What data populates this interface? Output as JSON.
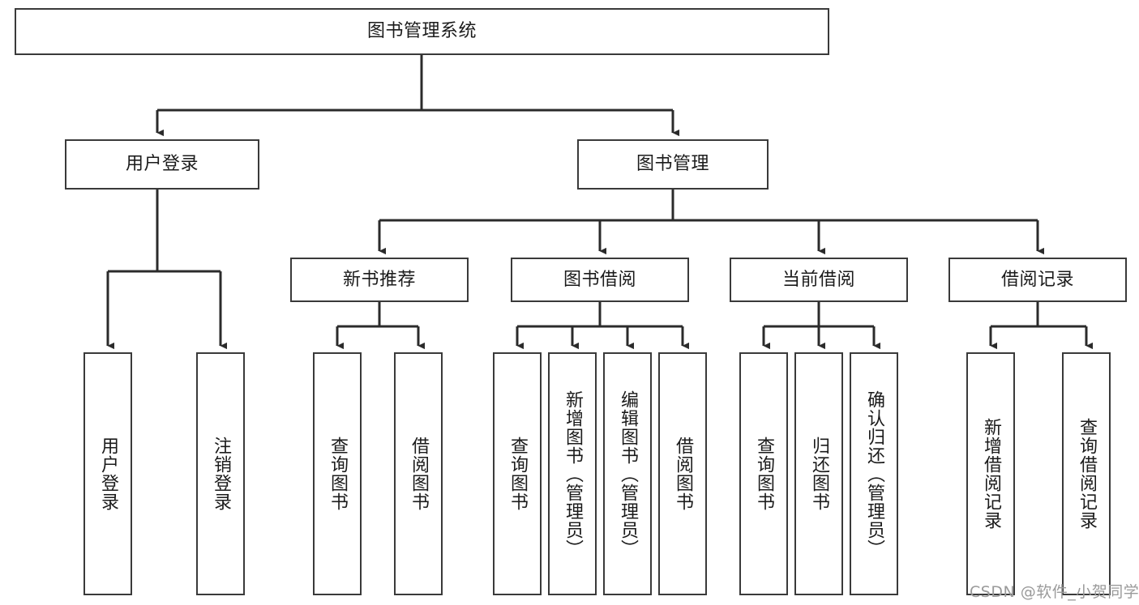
{
  "diagram": {
    "type": "tree-hierarchy",
    "title": "图书管理系统",
    "orientation": "top-down",
    "colors": {
      "box_border": "#3a3a3a",
      "box_fill": "#ffffff",
      "connector": "#2b2b2b",
      "text": "#1b1b1b",
      "watermark": "#9a9a9a"
    },
    "levels": {
      "root": {
        "label": "图书管理系统"
      },
      "level2": [
        {
          "id": "user-login",
          "label": "用户登录"
        },
        {
          "id": "book-management",
          "label": "图书管理"
        }
      ],
      "level3": [
        {
          "id": "new-book-recommend",
          "label": "新书推荐",
          "parent": "book-management"
        },
        {
          "id": "book-borrow",
          "label": "图书借阅",
          "parent": "book-management"
        },
        {
          "id": "current-borrow",
          "label": "当前借阅",
          "parent": "book-management"
        },
        {
          "id": "borrow-record",
          "label": "借阅记录",
          "parent": "book-management"
        }
      ],
      "leaves": [
        {
          "id": "leaf-user-login",
          "label": "用户登录",
          "parent": "user-login"
        },
        {
          "id": "leaf-logout",
          "label": "注销登录",
          "parent": "user-login"
        },
        {
          "id": "leaf-query-book-1",
          "label": "查询图书",
          "parent": "new-book-recommend"
        },
        {
          "id": "leaf-borrow-book-1",
          "label": "借阅图书",
          "parent": "new-book-recommend"
        },
        {
          "id": "leaf-query-book-2",
          "label": "查询图书",
          "parent": "book-borrow"
        },
        {
          "id": "leaf-add-book",
          "label": "新增图书（管理员）",
          "parent": "book-borrow"
        },
        {
          "id": "leaf-edit-book",
          "label": "编辑图书（管理员）",
          "parent": "book-borrow"
        },
        {
          "id": "leaf-borrow-book-2",
          "label": "借阅图书",
          "parent": "book-borrow"
        },
        {
          "id": "leaf-query-book-3",
          "label": "查询图书",
          "parent": "current-borrow"
        },
        {
          "id": "leaf-return-book",
          "label": "归还图书",
          "parent": "current-borrow"
        },
        {
          "id": "leaf-confirm-return",
          "label": "确认归还（管理员）",
          "parent": "current-borrow"
        },
        {
          "id": "leaf-add-record",
          "label": "新增借阅记录",
          "parent": "borrow-record"
        },
        {
          "id": "leaf-query-record",
          "label": "查询借阅记录",
          "parent": "borrow-record"
        }
      ]
    }
  },
  "watermark": {
    "text": "CSDN @软件_小贺同学"
  }
}
